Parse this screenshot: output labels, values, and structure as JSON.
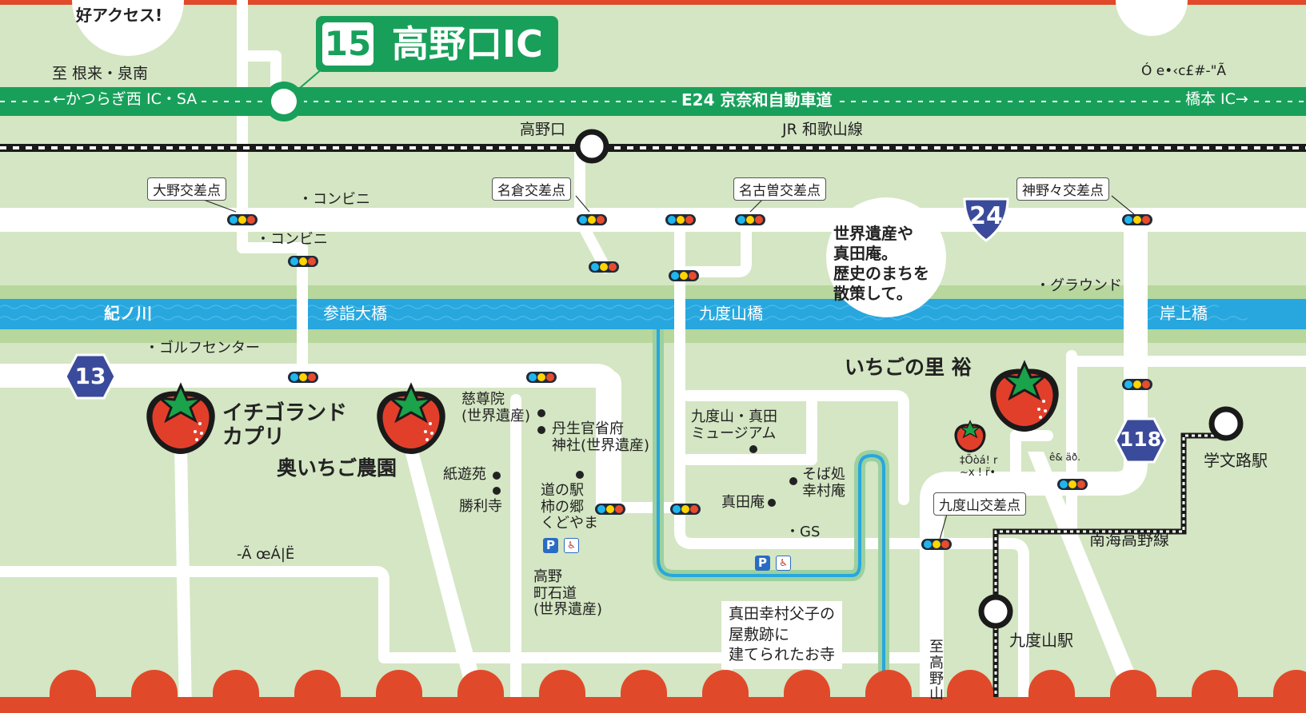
{
  "colors": {
    "background": "#d4e6c3",
    "expressway": "#18a05a",
    "river": "#27a7de",
    "road": "#ffffff",
    "strawberry": "#e23f2b",
    "border_scallop": "#e04a2a",
    "route_shield": "#3b4b9b"
  },
  "top_badge": {
    "text": "好アクセス!"
  },
  "interchange": {
    "number": "15",
    "name": "高野口IC"
  },
  "expressway": {
    "name": "E24 京奈和自動車道",
    "to_west": "←かつらぎ西 IC・SA",
    "to_east": "橋本 IC→",
    "above_west": "至 根来・泉南",
    "above_east": "Ó e•‹c£#-\"Ã"
  },
  "rail": {
    "jr_line": "JR 和歌山線",
    "nankai_line": "南海高野線",
    "stations": {
      "koyaguchi": "高野口",
      "gakubunji": "学文路駅",
      "kudoyama": "九度山駅"
    }
  },
  "intersections": [
    {
      "name": "大野交差点",
      "icon": "box-label"
    },
    {
      "name": "名倉交差点",
      "icon": "box-label"
    },
    {
      "name": "名古曽交差点",
      "icon": "box-label"
    },
    {
      "name": "神野々交差点",
      "icon": "box-label"
    },
    {
      "name": "九度山交差点",
      "icon": "box-label"
    }
  ],
  "route_shields": [
    "24",
    "13",
    "118"
  ],
  "river": {
    "name": "紀ノ川",
    "bridges": [
      "参詣大橋",
      "九度山橋",
      "岸上橋"
    ]
  },
  "places": {
    "conv1": "・コンビニ",
    "conv2": "・コンビニ",
    "golf": "・ゴルフセンター",
    "ground": "・グラウンド",
    "jisonin": "慈尊院\n(世界遺産)",
    "niutsuhime": "丹生官省府\n神社(世界遺産)",
    "kamiyu": "紙遊苑",
    "shorij": "勝利寺",
    "michinoeki": "道の駅\n柿の郷\nくどやま",
    "koyachoishi": "高野\n町石道\n(世界遺産)",
    "museum": "九度山・真田\nミュージアム",
    "sanadaan": "真田庵",
    "soba": "そば処\n幸村庵",
    "gs": "・GS",
    "garbled_left": "-Ã œÁ|Ë",
    "garbled_mid1": "‡Õòá! r\n~x ! r̈•",
    "garbled_mid2": "ê& äð.",
    "to_koyasan": "至\n高\n野\n山"
  },
  "farms": {
    "ichigoland": "イチゴランド\nカプリ",
    "okuichigo": "奥いちご農園",
    "ichigonosato": "いちごの里 裕"
  },
  "callouts": {
    "heritage": "世界遺産や\n真田庵。\n歴史のまちを\n散策して。",
    "sanada_temple": "真田幸村父子の\n屋敷跡に\n建てられたお寺"
  },
  "amenity_icons": {
    "parking": "P",
    "toilet": "♿"
  }
}
